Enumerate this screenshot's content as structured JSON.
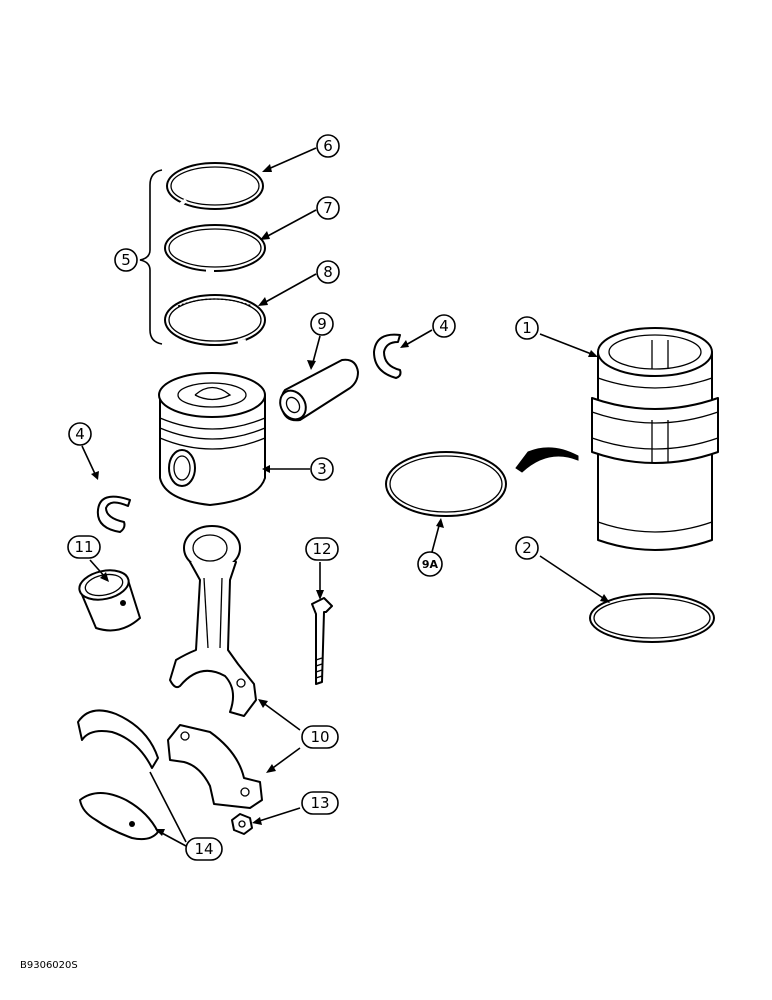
{
  "diagram": {
    "callouts": {
      "c1": "1",
      "c2": "2",
      "c3": "3",
      "c4a": "4",
      "c4b": "4",
      "c5": "5",
      "c6": "6",
      "c7": "7",
      "c8": "8",
      "c9": "9",
      "c9a": "9A",
      "c10": "10",
      "c11": "11",
      "c12": "12",
      "c13": "13",
      "c14": "14"
    },
    "reference_code": "B9306020S"
  }
}
